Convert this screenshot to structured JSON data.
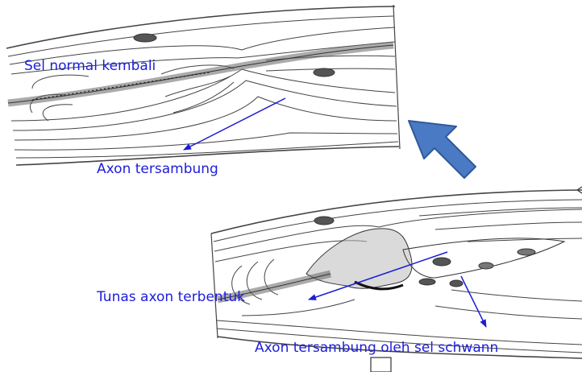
{
  "labels": {
    "top_caption": "Sel normal kembali",
    "top_arrow_label": "Axon tersambung",
    "bottom_sprout_label": "Tunas axon terbentuk",
    "bottom_schwann_label": "Axon tersambung oleh sel schwann"
  },
  "colors": {
    "label_text": "#1d1ddb",
    "annotation_arrow": "#1c1cd6",
    "big_arrow_fill": "#4a7ac4",
    "big_arrow_stroke": "#2f5a9a",
    "sketch_ink": "#444444"
  },
  "icons": {
    "progress_arrow": "large-diagonal-arrow",
    "page_mark": "small-square"
  }
}
